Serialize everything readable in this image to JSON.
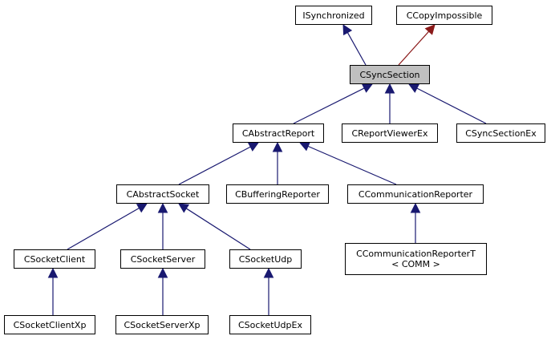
{
  "colors": {
    "inherit_edge": "#191970",
    "private_edge": "#8b1a1a",
    "highlight_fill": "#bfbfbf"
  },
  "nodes": {
    "isynchronized": "ISynchronized",
    "ccopyimpossible": "CCopyImpossible",
    "csyncsection": "CSyncSection",
    "cabstractreport": "CAbstractReport",
    "creportviewerex": "CReportViewerEx",
    "csyncsectionex": "CSyncSectionEx",
    "cabstractsocket": "CAbstractSocket",
    "cbufferingreporter": "CBufferingReporter",
    "ccommunicationreporter": "CCommunicationReporter",
    "csocketclient": "CSocketClient",
    "csocketserver": "CSocketServer",
    "csocketudp": "CSocketUdp",
    "ccommunicationreportert_line1": "CCommunicationReporterT",
    "ccommunicationreportert_line2": "< COMM >",
    "csocketclientxp": "CSocketClientXp",
    "csocketserverxp": "CSocketServerXp",
    "csocketudpex": "CSocketUdpEx"
  },
  "edges": [
    {
      "from": "csyncsection",
      "to": "isynchronized",
      "kind": "inherit"
    },
    {
      "from": "csyncsection",
      "to": "ccopyimpossible",
      "kind": "private"
    },
    {
      "from": "cabstractreport",
      "to": "csyncsection",
      "kind": "inherit"
    },
    {
      "from": "creportviewerex",
      "to": "csyncsection",
      "kind": "inherit"
    },
    {
      "from": "csyncsectionex",
      "to": "csyncsection",
      "kind": "inherit"
    },
    {
      "from": "cabstractsocket",
      "to": "cabstractreport",
      "kind": "inherit"
    },
    {
      "from": "cbufferingreporter",
      "to": "cabstractreport",
      "kind": "inherit"
    },
    {
      "from": "ccommunicationreporter",
      "to": "cabstractreport",
      "kind": "inherit"
    },
    {
      "from": "csocketclient",
      "to": "cabstractsocket",
      "kind": "inherit"
    },
    {
      "from": "csocketserver",
      "to": "cabstractsocket",
      "kind": "inherit"
    },
    {
      "from": "csocketudp",
      "to": "cabstractsocket",
      "kind": "inherit"
    },
    {
      "from": "ccommunicationreportert",
      "to": "ccommunicationreporter",
      "kind": "inherit"
    },
    {
      "from": "csocketclientxp",
      "to": "csocketclient",
      "kind": "inherit"
    },
    {
      "from": "csocketserverxp",
      "to": "csocketserver",
      "kind": "inherit"
    },
    {
      "from": "csocketudpex",
      "to": "csocketudp",
      "kind": "inherit"
    }
  ]
}
